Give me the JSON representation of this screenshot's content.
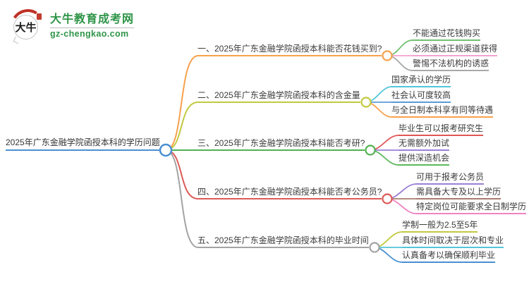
{
  "logo": {
    "badge_text": "大牛",
    "site_name": "大牛教育成考网",
    "site_url": "gz-chengkao.com"
  },
  "central": {
    "label": "2025年广东金融学院函授本科的学历问题",
    "color": "#4a90d2"
  },
  "branches": [
    {
      "label": "一、2025年广东金融学院函授本科能否花钱买到?",
      "color": "#f7a14d",
      "children": [
        {
          "label": "不能通过花钱购买",
          "color": "#6ec071"
        },
        {
          "label": "必须通过正规渠道获得",
          "color": "#f4a2d0"
        },
        {
          "label": "警惕不法机构的诱惑",
          "color": "#a8a8a8"
        }
      ]
    },
    {
      "label": "二、2025年广东金融学院函授本科的含金量",
      "color": "#c2c93e",
      "children": [
        {
          "label": "国家承认的学历",
          "color": "#52c5d8"
        },
        {
          "label": "社会认可度较高",
          "color": "#5b9bd5"
        },
        {
          "label": "与全日制本科享有同等待遇",
          "color": "#f7a14d"
        }
      ]
    },
    {
      "label": "三、2025年广东金融学院函授本科能否考研?",
      "color": "#52b152",
      "children": [
        {
          "label": "毕业生可以报考研究生",
          "color": "#e05555"
        },
        {
          "label": "无需额外加试",
          "color": "#9d7fd6"
        },
        {
          "label": "提供深造机会",
          "color": "#5cb85c"
        }
      ]
    },
    {
      "label": "四、2025年广东金融学院函授本科能否考公务员?",
      "color": "#dd5a57",
      "children": [
        {
          "label": "可用于报考公务员",
          "color": "#9d7fd6"
        },
        {
          "label": "需具备大专及以上学历",
          "color": "#aa7b70"
        },
        {
          "label": "特定岗位可能要求全日制学历",
          "color": "#ef83c3"
        }
      ]
    },
    {
      "label": "五、2025年广东金融学院函授本科的毕业时间",
      "color": "#a3a3a3",
      "children": [
        {
          "label": "学制一般为2.5至5年",
          "color": "#c2c93e"
        },
        {
          "label": "具体时间取决于层次和专业",
          "color": "#52c5d8"
        },
        {
          "label": "认真备考以确保顺利毕业",
          "color": "#4a90d2"
        }
      ]
    }
  ]
}
